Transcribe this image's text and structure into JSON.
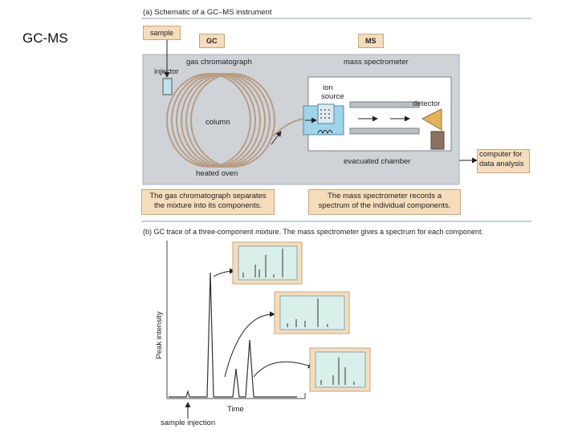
{
  "slide": {
    "title": "GC-MS"
  },
  "panel_a": {
    "heading": "(a)  Schematic of a GC–MS instrument",
    "sample_label": "sample",
    "gc_tag": "GC",
    "ms_tag": "MS",
    "gc_name": "gas chromatograph",
    "ms_name": "mass spectrometer",
    "injector": "injector",
    "column": "column",
    "heated_oven": "heated oven",
    "ion_source_line1": "ion",
    "ion_source_line2": "source",
    "detector": "detector",
    "evacuated_chamber": "evacuated chamber",
    "computer_line1": "computer for",
    "computer_line2": "data analysis",
    "gc_caption_line1": "The gas chromatograph separates",
    "gc_caption_line2": "the mixture into its components.",
    "ms_caption_line1": "The mass spectrometer records a",
    "ms_caption_line2": "spectrum of the individual components."
  },
  "panel_b": {
    "heading": "(b)  GC trace of a three-component mixture. The mass spectrometer gives a spectrum for each component.",
    "ylabel": "Peak intensity",
    "xlabel": "Time",
    "injection_label": "sample injection"
  },
  "colors": {
    "oven_gray": "#cfd3d8",
    "caption_tan": "#f4dcbc",
    "ms_blue": "#9fd4ea",
    "spectrum_bg": "#d9efe9"
  }
}
